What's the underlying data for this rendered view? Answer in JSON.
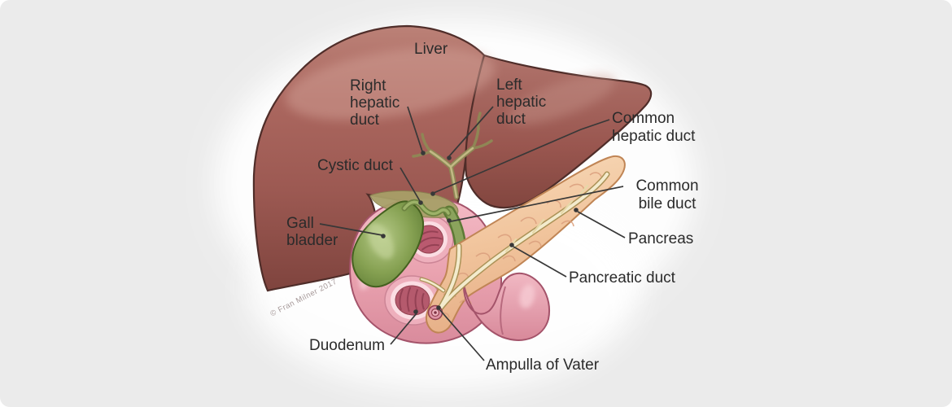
{
  "figure": {
    "type": "anatomical-diagram",
    "background_color": "#ebebeb"
  },
  "labels": {
    "liver": "Liver",
    "right_hepatic_duct": "Right\nhepatic\nduct",
    "left_hepatic_duct": "Left\nhepatic\nduct",
    "common_hepatic_duct": "Common\nhepatic duct",
    "cystic_duct": "Cystic duct",
    "gall_bladder": "Gall\nbladder",
    "common_bile_duct": "Common\nbile duct",
    "pancreas": "Pancreas",
    "pancreatic_duct": "Pancreatic duct",
    "duodenum": "Duodenum",
    "ampulla_of_vater": "Ampulla of Vater"
  },
  "copyright": "© Fran Milner 2017",
  "colors": {
    "background": "#ebebeb",
    "liver": "#a3615a",
    "liver_outline": "#4f2d29",
    "hepatic_duct_olive": "#a89f68",
    "gallbladder": "#86a152",
    "bile_duct_green": "#8ba35c",
    "pancreas": "#f3c9a2",
    "pancreas_outline": "#c08555",
    "pancreatic_duct_cream": "#f3ebcd",
    "duodenum": "#eba7b3",
    "duodenum_interior": "#b55a6d",
    "leader_line": "#383838",
    "label_text": "#2b2b2b"
  }
}
